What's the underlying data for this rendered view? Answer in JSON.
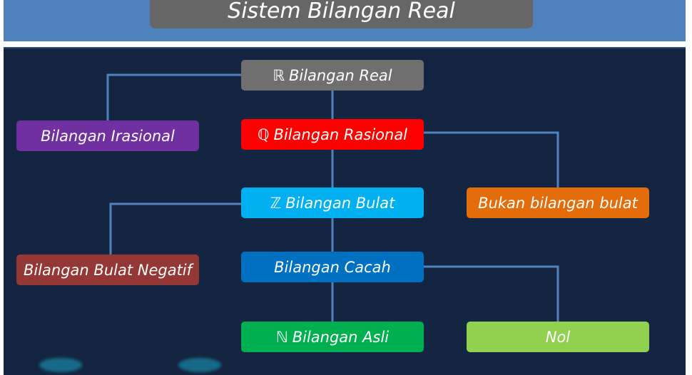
{
  "title": "Sistem Bilangan Real",
  "colors": {
    "header_band": "#4f81bd",
    "panel_bg": "#132540",
    "connector": "#4f81bd",
    "title_bg": "#666666"
  },
  "nodes": {
    "real": {
      "symbol": "ℝ",
      "label": "Bilangan Real",
      "color": "#6f6f6f"
    },
    "irasional": {
      "symbol": "",
      "label": "Bilangan Irasional",
      "color": "#7030a0"
    },
    "rasional": {
      "symbol": "ℚ",
      "label": "Bilangan Rasional",
      "color": "#ff0000"
    },
    "bulat": {
      "symbol": "ℤ",
      "label": "Bilangan Bulat",
      "color": "#00b0f0"
    },
    "bukan_bulat": {
      "symbol": "",
      "label": "Bukan bilangan bulat",
      "color": "#e46c0a"
    },
    "bulat_negatif": {
      "symbol": "",
      "label": "Bilangan Bulat Negatif",
      "color": "#953735"
    },
    "cacah": {
      "symbol": "",
      "label": "Bilangan Cacah",
      "color": "#0070c0"
    },
    "asli": {
      "symbol": "ℕ",
      "label": "Bilangan Asli",
      "color": "#00b050"
    },
    "nol": {
      "symbol": "",
      "label": "Nol",
      "color": "#92d050"
    }
  }
}
